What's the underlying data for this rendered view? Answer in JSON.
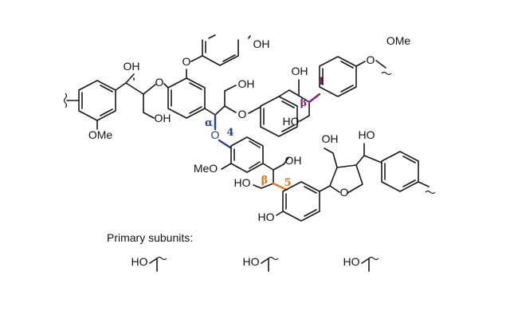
{
  "labels": {
    "oh": "OH",
    "ho": "HO",
    "o": "O",
    "ome": "OMe",
    "meo": "MeO",
    "ome_cut": "OMe"
  },
  "linkage_labels": {
    "beta1_number": "1",
    "beta1_greek": "β",
    "alpha4_greek": "α",
    "alpha4_number": "4",
    "beta5_greek": "β",
    "beta5_number": "5"
  },
  "caption": {
    "primary_subunits": "Primary subunits:"
  },
  "subunits": [
    {
      "label": "HO"
    },
    {
      "label": "HO"
    },
    {
      "label": "HO"
    }
  ],
  "colors": {
    "bond": "#1a1a1a",
    "beta1_linkage": "#8a1a7e",
    "alpha_o_4_linkage": "#2c3f8f",
    "beta5_linkage": "#d9781f"
  }
}
